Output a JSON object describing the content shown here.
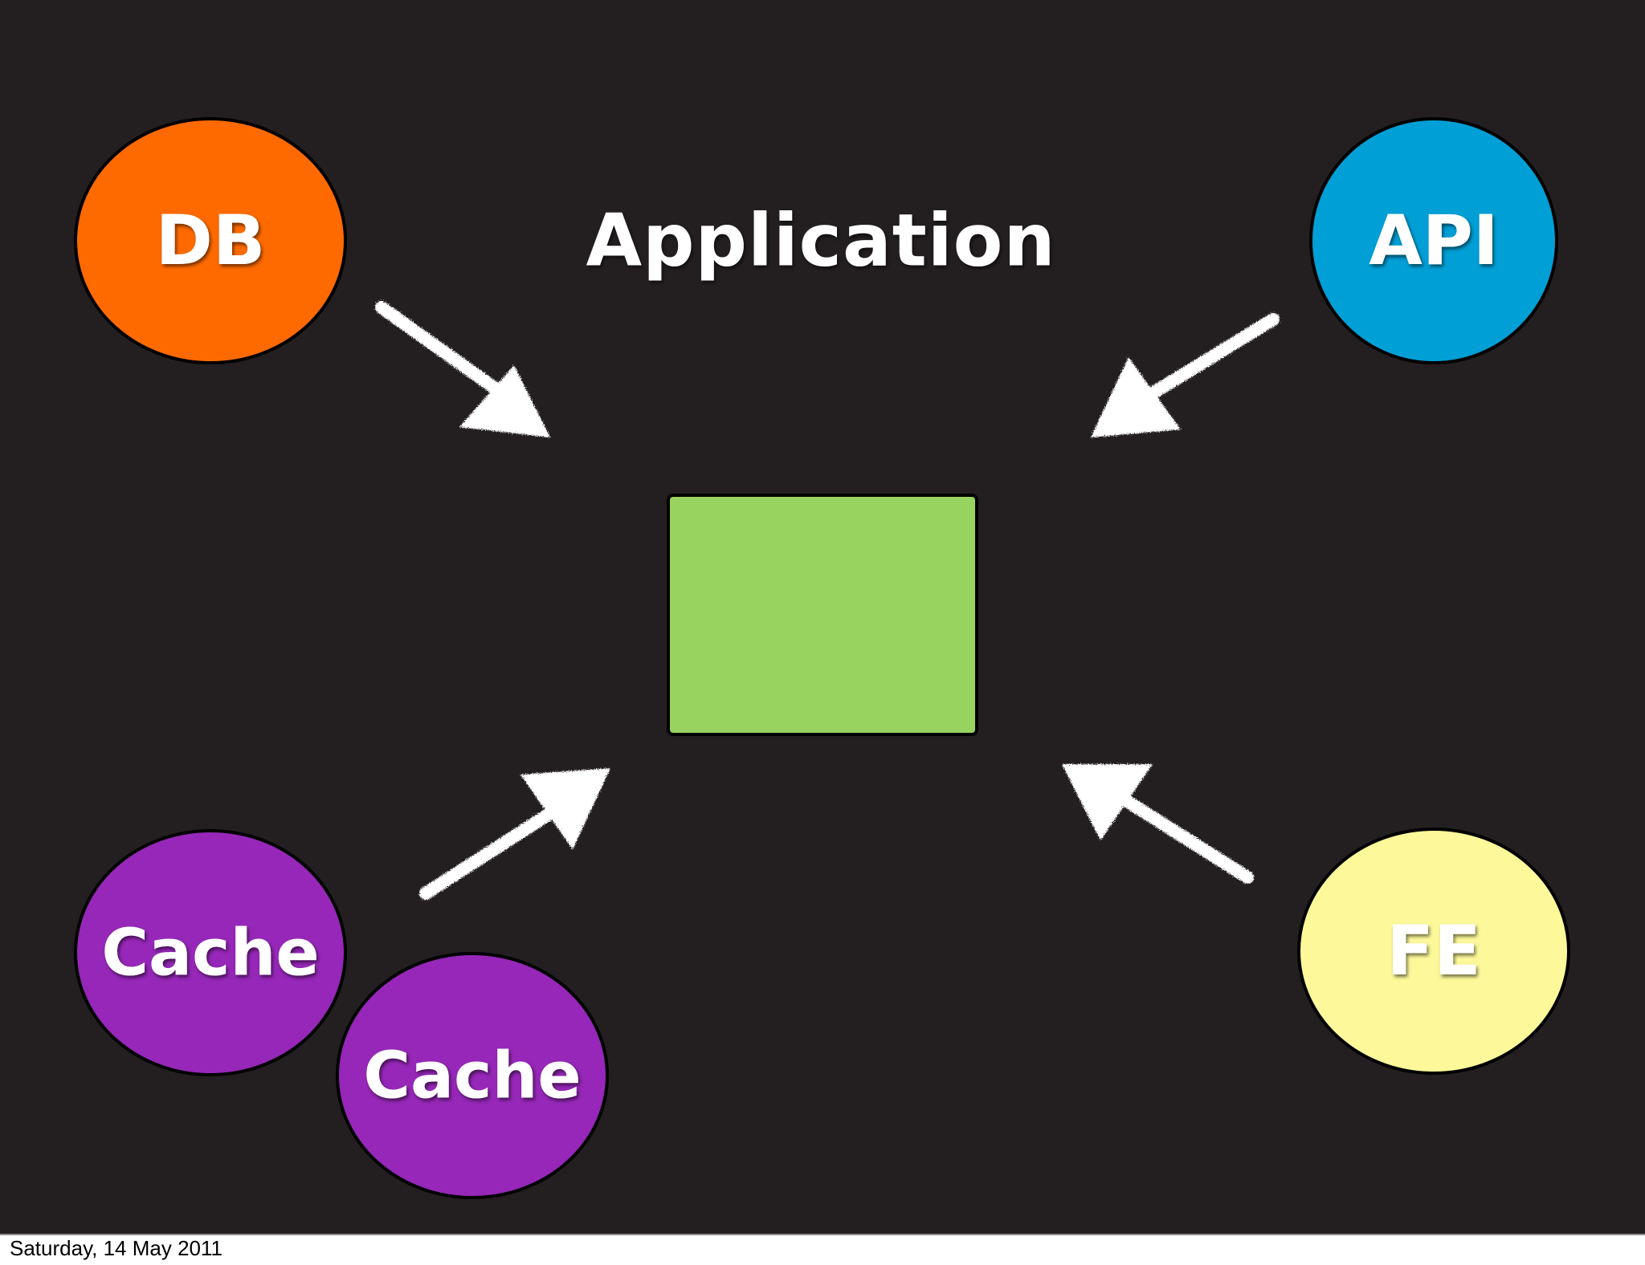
{
  "slide": {
    "title": "Application",
    "background_color": "#231f20",
    "footer_text": "Saturday, 14 May 2011"
  },
  "nodes": {
    "db": {
      "label": "DB",
      "color": "#ff6a00"
    },
    "api": {
      "label": "API",
      "color": "#009fd6"
    },
    "cache_1": {
      "label": "Cache",
      "color": "#9627b8"
    },
    "cache_2": {
      "label": "Cache",
      "color": "#9627b8"
    },
    "fe": {
      "label": "FE",
      "color": "#fdf99a"
    }
  },
  "application_box": {
    "color": "#98d35f"
  },
  "arrows": {
    "color": "#ffffff",
    "direction": "toward-application",
    "sources": [
      "DB",
      "API",
      "Cache",
      "FE"
    ]
  }
}
